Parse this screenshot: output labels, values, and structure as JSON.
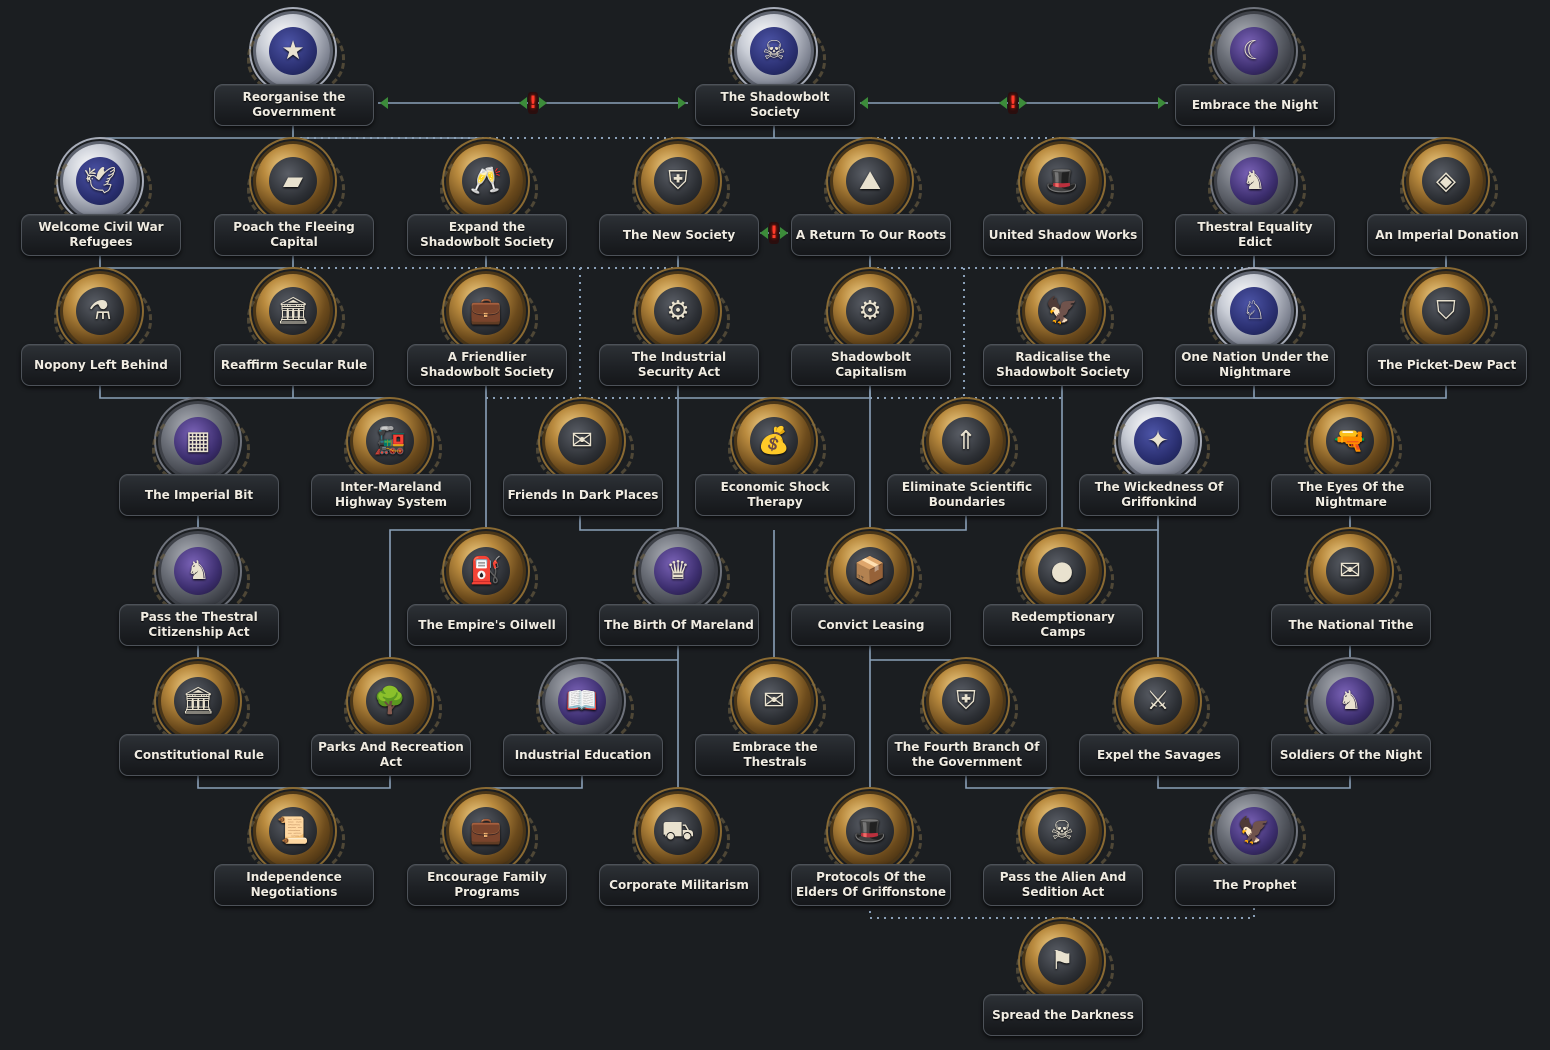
{
  "colors": {
    "background": "#1b1e21",
    "connector": "#8aa0b8",
    "connector_optional": "#8aa0b8",
    "conflict_mark": "#ff3a2a",
    "conflict_arrow": "#3c8c3a",
    "label_text": "#f0ece2"
  },
  "focuses": [
    {
      "id": "reorganise",
      "title": "Reorganise the Government",
      "icon": "winged-star-emblem-icon",
      "style": "silver",
      "glyph": "★"
    },
    {
      "id": "shadowbolt",
      "title": "The Shadowbolt Society",
      "icon": "shadowbolt-skull-emblem-icon",
      "style": "silver",
      "glyph": "☠"
    },
    {
      "id": "embrace_night",
      "title": "Embrace the Night",
      "icon": "crescent-moon-emblem-icon",
      "style": "dark",
      "glyph": "☾"
    },
    {
      "id": "welcome_refugees",
      "title": "Welcome Civil War Refugees",
      "icon": "white-dove-icon",
      "style": "silver",
      "glyph": "🕊"
    },
    {
      "id": "poach_capital",
      "title": "Poach the Fleeing Capital",
      "icon": "gold-bars-icon",
      "style": "gold",
      "glyph": "▰"
    },
    {
      "id": "expand_shadowbolt",
      "title": "Expand the Shadowbolt Society",
      "icon": "champagne-glasses-icon",
      "style": "gold",
      "glyph": "🥂"
    },
    {
      "id": "new_society",
      "title": "The New Society",
      "icon": "striped-shield-icon",
      "style": "gold",
      "glyph": "⛨"
    },
    {
      "id": "return_roots",
      "title": "A Return To Our Roots",
      "icon": "mountain-frame-icon",
      "style": "gold",
      "glyph": "⛰"
    },
    {
      "id": "united_shadow",
      "title": "United Shadow Works",
      "icon": "top-hat-icon",
      "style": "gold",
      "glyph": "🎩"
    },
    {
      "id": "thestral_equality",
      "title": "Thestral Equality Edict",
      "icon": "thestral-soldier-icon",
      "style": "dark",
      "glyph": "♞"
    },
    {
      "id": "imperial_donation",
      "title": "An Imperial Donation",
      "icon": "gold-ingot-icon",
      "style": "gold",
      "glyph": "◈"
    },
    {
      "id": "nopony",
      "title": "Nopony Left Behind",
      "icon": "science-flask-icon",
      "style": "gold",
      "glyph": "⚗"
    },
    {
      "id": "secular_rule",
      "title": "Reaffirm Secular Rule",
      "icon": "parliament-building-icon",
      "style": "gold",
      "glyph": "🏛"
    },
    {
      "id": "friendlier",
      "title": "A Friendlier Shadowbolt Society",
      "icon": "briefcase-icon",
      "style": "gold",
      "glyph": "💼"
    },
    {
      "id": "industrial_security",
      "title": "The Industrial Security Act",
      "icon": "factory-machinery-icon",
      "style": "gold",
      "glyph": "⚙"
    },
    {
      "id": "shadowbolt_capitalism",
      "title": "Shadowbolt Capitalism",
      "icon": "industrial-gear-icon",
      "style": "gold",
      "glyph": "⚙"
    },
    {
      "id": "radicalise",
      "title": "Radicalise the Shadowbolt Society",
      "icon": "imperial-eagle-icon",
      "style": "gold",
      "glyph": "🦅"
    },
    {
      "id": "one_nation",
      "title": "One Nation Under the Nightmare",
      "icon": "nightmare-pony-icon",
      "style": "silver",
      "glyph": "♘"
    },
    {
      "id": "picket_dew",
      "title": "The Picket-Dew Pact",
      "icon": "crossed-shields-icon",
      "style": "gold",
      "glyph": "⛉"
    },
    {
      "id": "imperial_bit",
      "title": "The Imperial Bit",
      "icon": "checkered-coin-icon",
      "style": "dark",
      "glyph": "▦"
    },
    {
      "id": "highway",
      "title": "Inter-Mareland Highway System",
      "icon": "steam-train-icon",
      "style": "gold",
      "glyph": "🚂"
    },
    {
      "id": "dark_places",
      "title": "Friends In Dark Places",
      "icon": "letter-and-coins-icon",
      "style": "gold",
      "glyph": "✉"
    },
    {
      "id": "shock_therapy",
      "title": "Economic Shock Therapy",
      "icon": "money-stacks-icon",
      "style": "gold",
      "glyph": "💰"
    },
    {
      "id": "scientific_boundaries",
      "title": "Eliminate Scientific Boundaries",
      "icon": "rocket-shield-icon",
      "style": "gold",
      "glyph": "⇑"
    },
    {
      "id": "wickedness",
      "title": "The Wickedness Of Griffonkind",
      "icon": "jeweled-wings-icon",
      "style": "silver",
      "glyph": "✦"
    },
    {
      "id": "eyes_nightmare",
      "title": "The Eyes Of the Nightmare",
      "icon": "pistol-and-documents-icon",
      "style": "gold",
      "glyph": "🔫"
    },
    {
      "id": "thestral_citizenship",
      "title": "Pass the Thestral Citizenship Act",
      "icon": "thestral-officer-icon",
      "style": "dark",
      "glyph": "♞"
    },
    {
      "id": "oilwell",
      "title": "The Empire's Oilwell",
      "icon": "oil-derrick-icon",
      "style": "gold",
      "glyph": "⛽"
    },
    {
      "id": "birth_mareland",
      "title": "The Birth Of Mareland",
      "icon": "spiked-crown-icon",
      "style": "dark",
      "glyph": "♛"
    },
    {
      "id": "convict_leasing",
      "title": "Convict Leasing",
      "icon": "paper-stack-icon",
      "style": "gold",
      "glyph": "📦"
    },
    {
      "id": "redemptionary",
      "title": "Redemptionary Camps",
      "icon": "iron-ball-icon",
      "style": "gold",
      "glyph": "●"
    },
    {
      "id": "national_tithe",
      "title": "The National Tithe",
      "icon": "tithe-coins-icon",
      "style": "gold",
      "glyph": "✉"
    },
    {
      "id": "constitutional",
      "title": "Constitutional Rule",
      "icon": "palace-icon",
      "style": "gold",
      "glyph": "🏛"
    },
    {
      "id": "parks",
      "title": "Parks And Recreation Act",
      "icon": "park-bench-icon",
      "style": "gold",
      "glyph": "🌳"
    },
    {
      "id": "industrial_education",
      "title": "Industrial Education",
      "icon": "open-book-icon",
      "style": "dark",
      "glyph": "📖"
    },
    {
      "id": "embrace_thestrals",
      "title": "Embrace the Thestrals",
      "icon": "sealed-letter-icon",
      "style": "gold",
      "glyph": "✉"
    },
    {
      "id": "fourth_branch",
      "title": "The Fourth Branch Of the Government",
      "icon": "shield-building-icon",
      "style": "gold",
      "glyph": "⛨"
    },
    {
      "id": "expel_savages",
      "title": "Expel the Savages",
      "icon": "crossed-weapons-icon",
      "style": "gold",
      "glyph": "⚔"
    },
    {
      "id": "soldiers_night",
      "title": "Soldiers Of the Night",
      "icon": "thestral-soldier-rifle-icon",
      "style": "dark",
      "glyph": "♞"
    },
    {
      "id": "independence",
      "title": "Independence Negotiations",
      "icon": "treaty-scroll-icon",
      "style": "gold",
      "glyph": "📜"
    },
    {
      "id": "family_programs",
      "title": "Encourage Family Programs",
      "icon": "briefcase-icon",
      "style": "gold",
      "glyph": "💼"
    },
    {
      "id": "corporate_militarism",
      "title": "Corporate Militarism",
      "icon": "tank-emblem-icon",
      "style": "gold",
      "glyph": "⛟"
    },
    {
      "id": "protocols",
      "title": "Protocols Of the Elders Of Griffonstone",
      "icon": "griffon-top-hat-icon",
      "style": "gold",
      "glyph": "🎩"
    },
    {
      "id": "alien_sedition",
      "title": "Pass the Alien And Sedition Act",
      "icon": "skulls-document-icon",
      "style": "gold",
      "glyph": "☠"
    },
    {
      "id": "prophet",
      "title": "The Prophet",
      "icon": "iron-eagle-icon",
      "style": "dark",
      "glyph": "🦅"
    },
    {
      "id": "spread_darkness",
      "title": "Spread the Darkness",
      "icon": "purple-banner-icon",
      "style": "gold",
      "glyph": "⚑"
    }
  ]
}
